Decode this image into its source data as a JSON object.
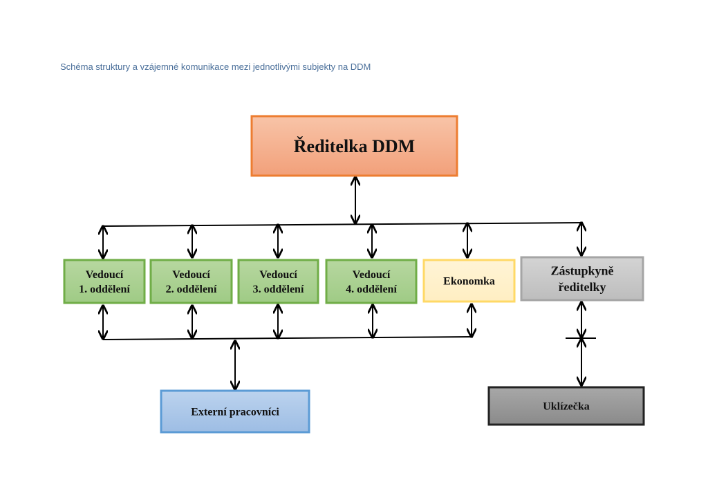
{
  "caption": "Schéma struktury a vzájemné komunikace mezi jednotlivými subjekty na DDM",
  "nodes": {
    "director": {
      "lines": [
        "Ředitelka DDM"
      ],
      "fill_top": "#f8c4a8",
      "fill_bottom": "#f2a07a",
      "stroke": "#ed7d31"
    },
    "head1": {
      "lines": [
        "Vedoucí",
        "1. oddělení"
      ],
      "fill_top": "#b7d7a0",
      "fill_bottom": "#9fcb85",
      "stroke": "#70ad47"
    },
    "head2": {
      "lines": [
        "Vedoucí",
        "2. oddělení"
      ],
      "fill_top": "#b7d7a0",
      "fill_bottom": "#9fcb85",
      "stroke": "#70ad47"
    },
    "head3": {
      "lines": [
        "Vedoucí",
        "3. oddělení"
      ],
      "fill_top": "#b7d7a0",
      "fill_bottom": "#9fcb85",
      "stroke": "#70ad47"
    },
    "head4": {
      "lines": [
        "Vedoucí",
        "4. oddělení"
      ],
      "fill_top": "#b7d7a0",
      "fill_bottom": "#9fcb85",
      "stroke": "#70ad47"
    },
    "economist": {
      "lines": [
        "Ekonomka"
      ],
      "fill_top": "#fff4d6",
      "fill_bottom": "#ffeec2",
      "stroke": "#ffd966"
    },
    "deputy": {
      "lines": [
        "Zástupkyně",
        "ředitelky"
      ],
      "fill_top": "#d4d4d4",
      "fill_bottom": "#bdbdbd",
      "stroke": "#a5a5a5"
    },
    "external": {
      "lines": [
        "Externí pracovníci"
      ],
      "fill_top": "#bcd3ee",
      "fill_bottom": "#9dbde4",
      "stroke": "#5b9bd5"
    },
    "cleaner": {
      "lines": [
        "Uklízečka"
      ],
      "fill_top": "#a8a8a8",
      "fill_bottom": "#8a8a8a",
      "stroke": "#222222"
    }
  }
}
